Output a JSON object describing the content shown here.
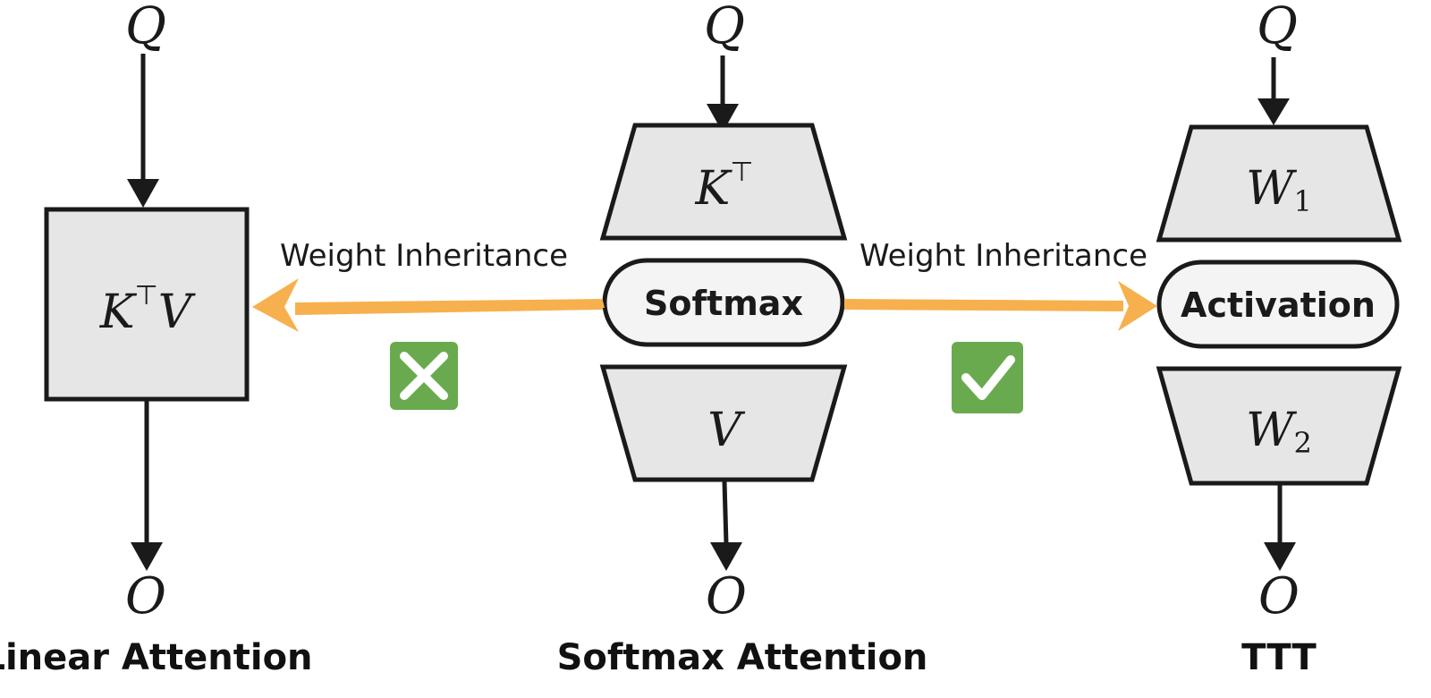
{
  "colors": {
    "box_fill": "#e6e6e6",
    "box_stroke": "#1a1a1a",
    "pill_fill": "#f4f4f4",
    "orange_arrow": "#f7b04e",
    "green_badge": "#6aaa4f"
  },
  "linear": {
    "input": "Q",
    "block": {
      "k": "K",
      "t": "⊤",
      "v": "V"
    },
    "output": "O",
    "caption": "Linear Attention"
  },
  "softmax": {
    "input": "Q",
    "top": {
      "k": "K",
      "t": "⊤"
    },
    "op": "Softmax",
    "bottom": "V",
    "output": "O",
    "caption": "Softmax Attention"
  },
  "ttt": {
    "input": "Q",
    "top": {
      "w": "W",
      "sub": "1"
    },
    "op": "Activation",
    "bottom": {
      "w": "W",
      "sub": "2"
    },
    "output": "O",
    "caption": "TTT"
  },
  "left_arrow": {
    "label": "Weight Inheritance",
    "status_icon": "cross-icon"
  },
  "right_arrow": {
    "label": "Weight Inheritance",
    "status_icon": "check-icon"
  }
}
